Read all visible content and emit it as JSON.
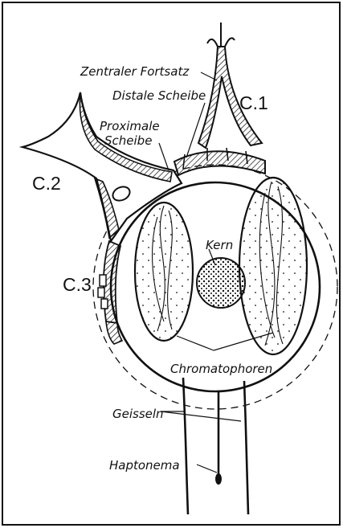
{
  "figure": {
    "labels": {
      "zentraler_fortsatz": "Zentraler Fortsatz",
      "distale_scheibe": "Distale Scheibe",
      "proximale_line1": "Proximale",
      "proximale_line2": "Scheibe",
      "c1": "C.1",
      "c2": "C.2",
      "c3": "C.3",
      "kern": "Kern",
      "chromatophoren": "Chromatophoren",
      "geisseln": "Geisseln",
      "haptonema": "Haptonema"
    },
    "colors": {
      "ink": "#111111",
      "background": "#ffffff"
    }
  }
}
